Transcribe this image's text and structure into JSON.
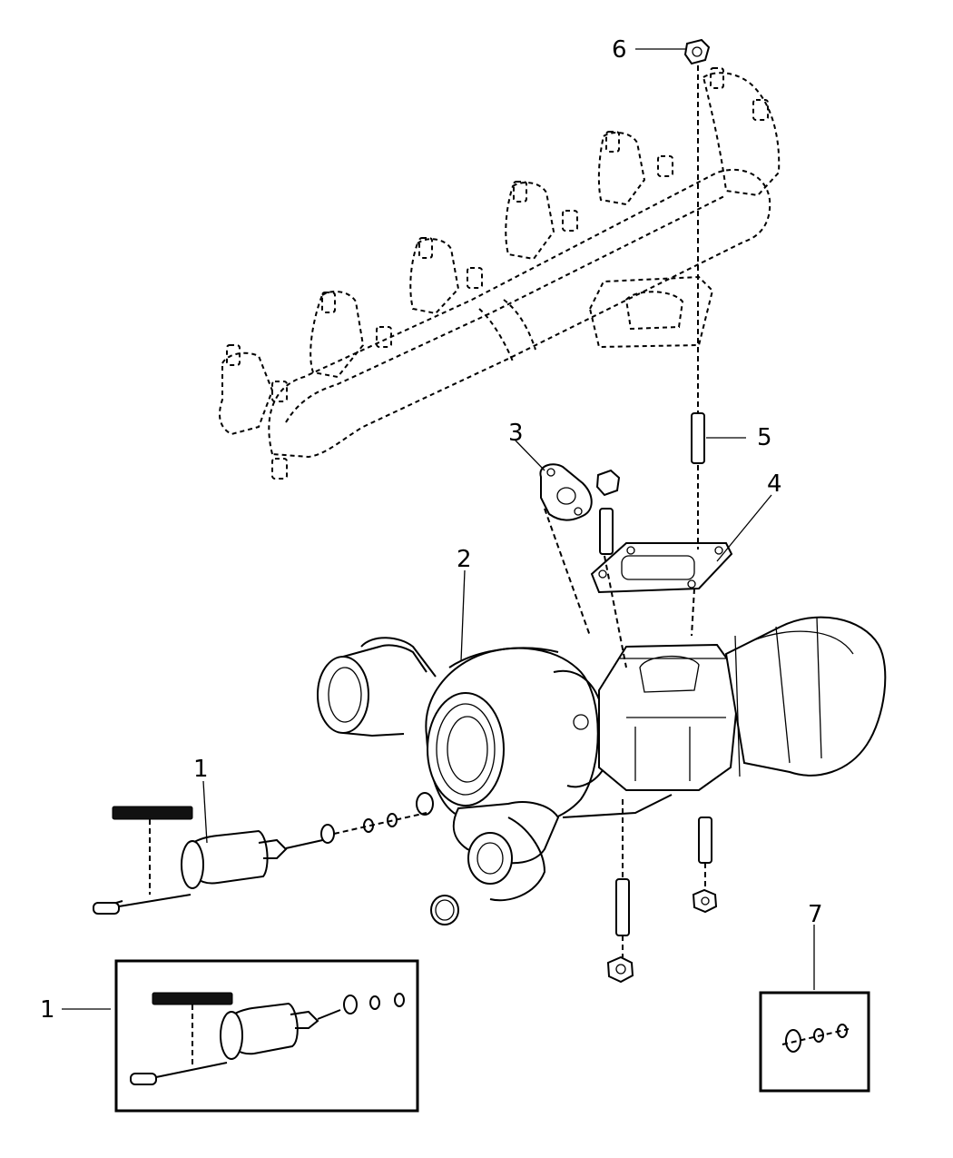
{
  "diagram": {
    "callouts": [
      "1",
      "2",
      "3",
      "4",
      "5",
      "6",
      "1",
      "7"
    ]
  },
  "icons": {
    "exhaust_manifold": "exhaust-manifold-icon",
    "turbocharger": "turbocharger-icon",
    "stud": "stud-icon",
    "nut": "hex-nut-icon",
    "gasket": "gasket-icon",
    "actuator": "actuator-icon",
    "seal_kit": "seal-kit-icon"
  }
}
